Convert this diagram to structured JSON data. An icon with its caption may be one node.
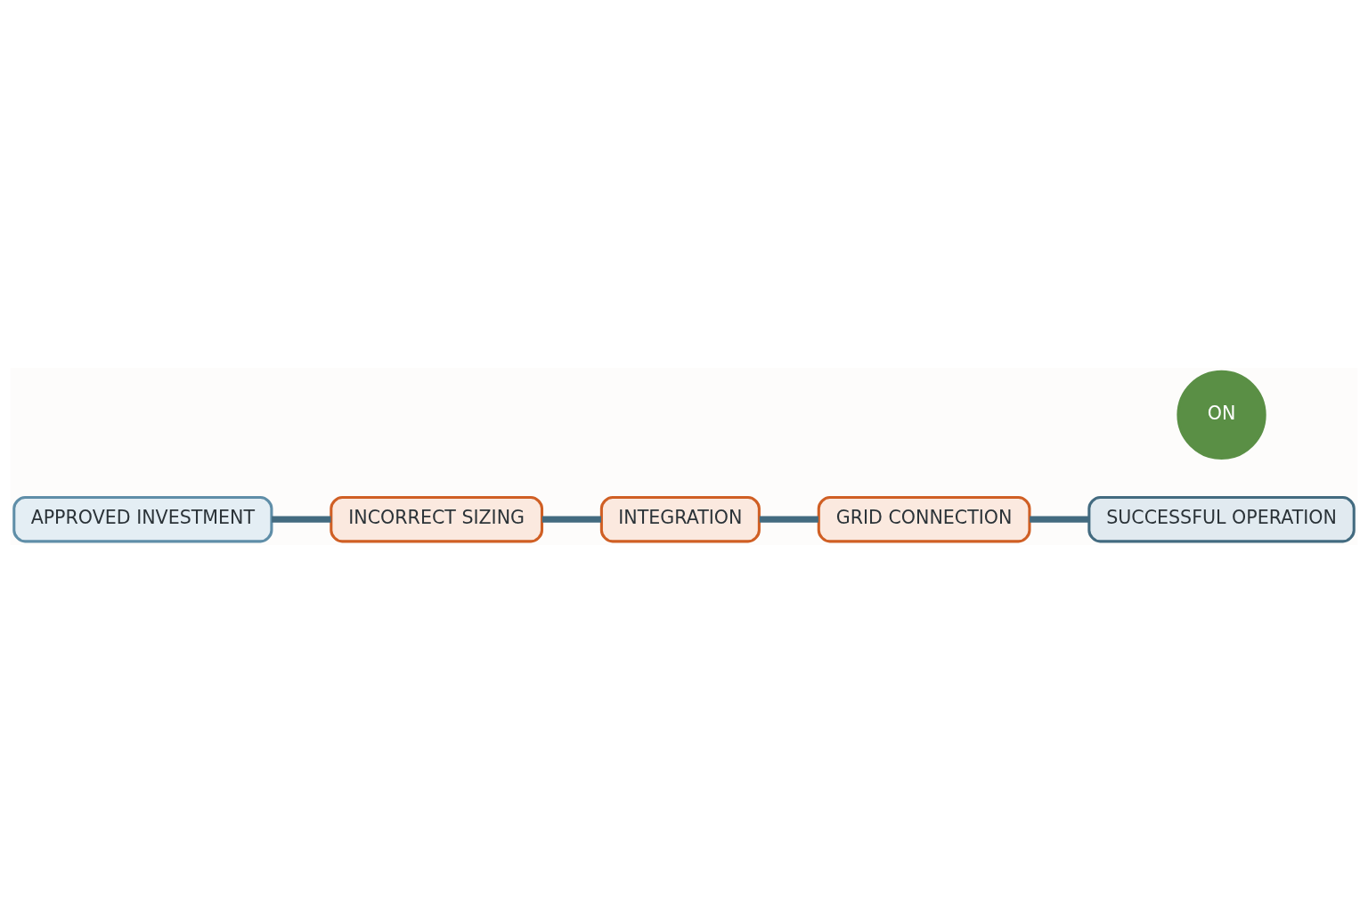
{
  "diagram": {
    "nodes": [
      {
        "text": [
          "APPROVED INVESTMENT"
        ]
      },
      {
        "text": [
          "INCORRECT SIZING"
        ]
      },
      {
        "text": [
          "INTEGRATION"
        ]
      },
      {
        "text": [
          "GRID CONNECTION"
        ]
      },
      {
        "text": [
          "SUCCESSFUL OPERATION"
        ]
      },
      {
        "text": [
          "ON"
        ]
      }
    ],
    "edges": [
      {
        "from": 0,
        "to": 1,
        "arrow": "none"
      },
      {
        "from": 1,
        "to": 2,
        "arrow": "none"
      },
      {
        "from": 2,
        "to": 3,
        "arrow": "none"
      },
      {
        "from": 3,
        "to": 4,
        "arrow": "none"
      }
    ]
  }
}
